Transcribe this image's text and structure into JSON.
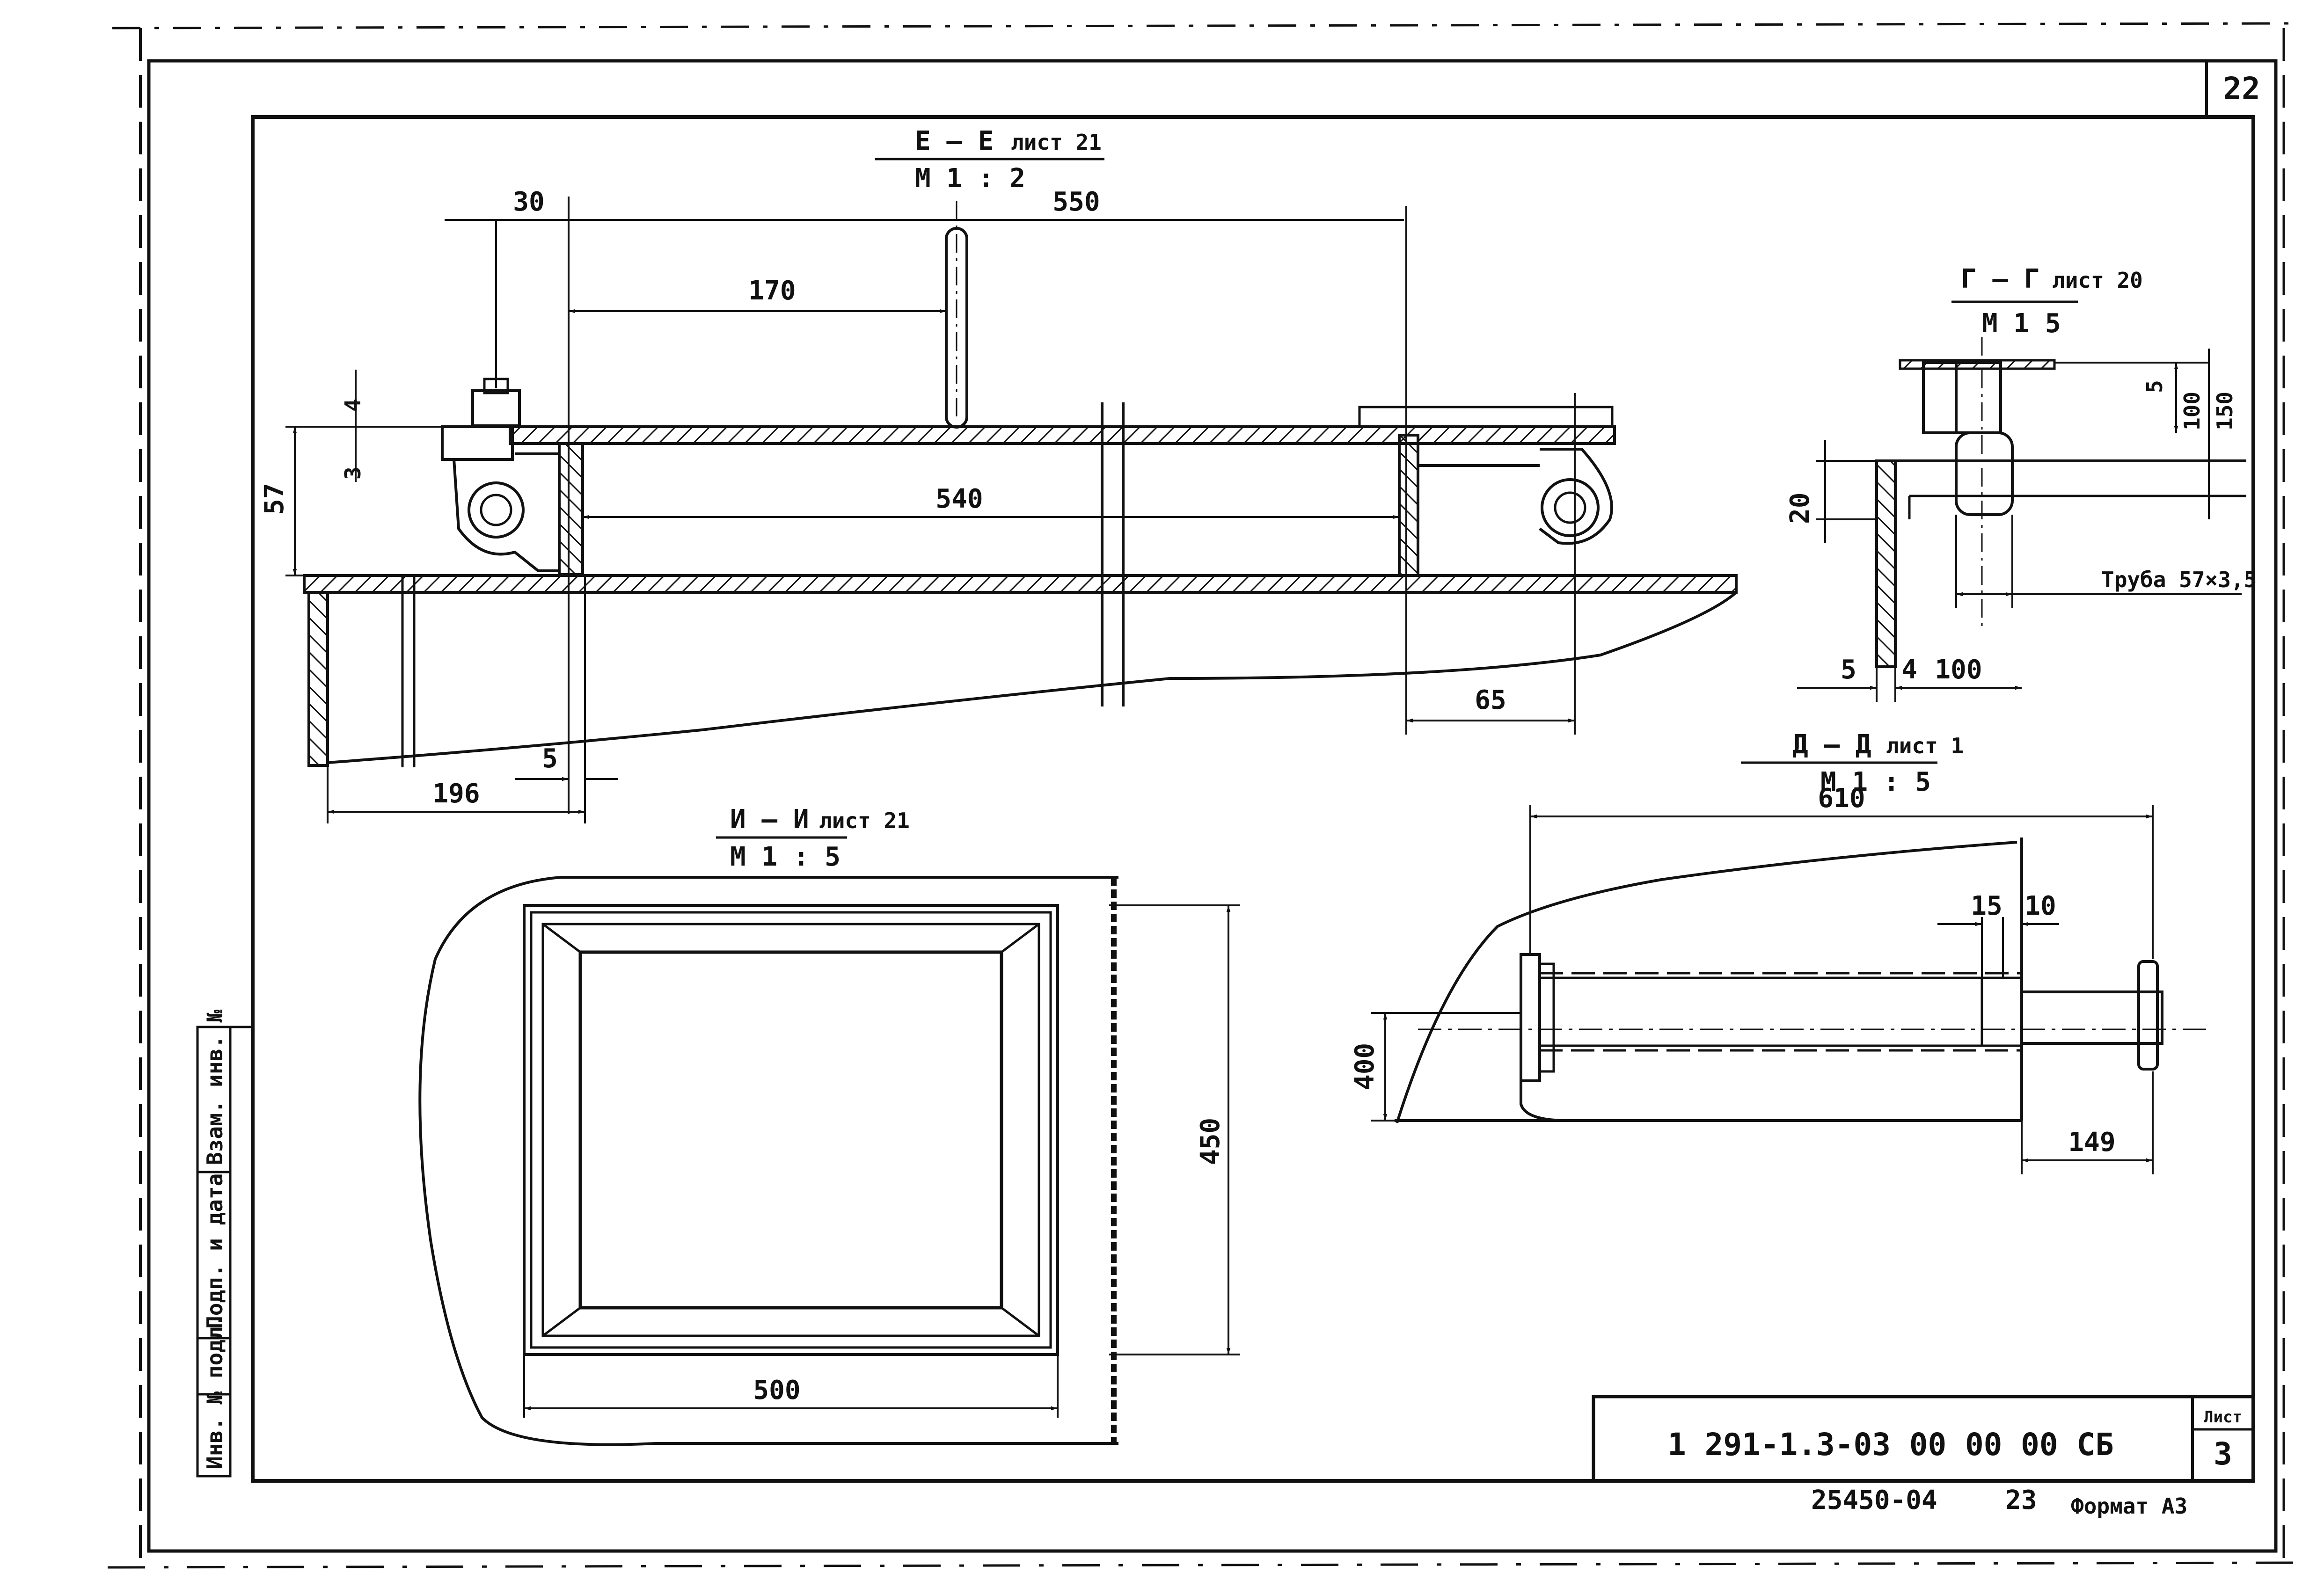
{
  "sheet": {
    "page_number": "22",
    "side_stamp": [
      "Инв. № подл.",
      "Подп. и дата",
      "Взам. инв. №"
    ],
    "title_block": {
      "designation": "1 291-1.3-03 00 00 00 СБ",
      "sheet_label": "Лист",
      "sheet_number": "3"
    },
    "archive_number": "25450-04",
    "archive_page": "23",
    "format": "Формат А3"
  },
  "views": {
    "ee": {
      "title": "Е – Е",
      "ref": "лист 21",
      "scale": "М 1 : 2",
      "dims": {
        "d30": "30",
        "d550": "550",
        "d170": "170",
        "d4": "4",
        "d3": "3",
        "d57": "57",
        "d540": "540",
        "d65": "65",
        "d196": "196",
        "d5": "5"
      }
    },
    "gg": {
      "title": "Г – Г",
      "ref": "лист 20",
      "scale": "М 1 5",
      "dims": {
        "d5a": "5",
        "d100a": "100",
        "d150": "150",
        "d20": "20",
        "d5b": "5",
        "d4": "4",
        "d100b": "100"
      },
      "note": "Труба 57×3,5"
    },
    "dd": {
      "title": "Д – Д",
      "ref": "лист 1",
      "scale": "М 1 : 5",
      "dims": {
        "d610": "610",
        "d15": "15",
        "d10": "10",
        "d400": "400",
        "d149": "149"
      }
    },
    "ii": {
      "title": "И – И",
      "ref": "лист 21",
      "scale": "М 1 : 5",
      "dims": {
        "d450": "450",
        "d500": "500"
      }
    }
  }
}
